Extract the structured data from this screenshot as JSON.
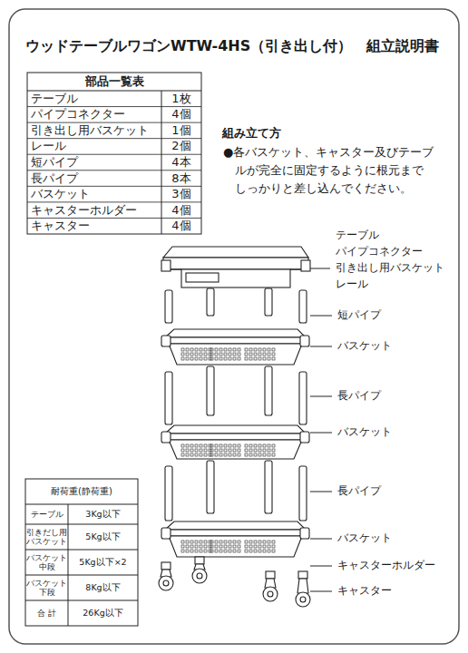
{
  "diagram": {
    "title": "ウッドテーブルワゴンWTW-4HS（引き出し付）　組立説明書",
    "labels": [
      "部品一覧表",
      "テーブル",
      "1枚",
      "パイプコネクター",
      "4個",
      "引き出し用バスケット",
      "1個",
      "レール",
      "2個",
      "短パイプ",
      "4本",
      "長パイプ",
      "8本",
      "バスケット",
      "3個",
      "キャスターホルダー",
      "4個",
      "キャスター",
      "4個",
      "組み立て方",
      "●各バスケット、キャスター及びテーブ",
      "ルが完全に固定するように根元まで",
      "しっかりと差し込んでください。",
      "テーブル",
      "パイプコネクター",
      "引き出し用バスケット",
      "レール",
      "短パイプ",
      "バスケット",
      "長パイプ",
      "バスケット",
      "長パイプ",
      "バスケット",
      "キャスターホルダー",
      "キャスター",
      "耐荷重(静荷重)",
      "テーブル",
      "3Kg以下",
      "引きだし用 バスケット",
      "5Kg以下",
      "バスケット 中段",
      "5Kg以下×2",
      "バスケット 下段",
      "8Kg以下",
      "合 計",
      "26Kg以下"
    ]
  }
}
